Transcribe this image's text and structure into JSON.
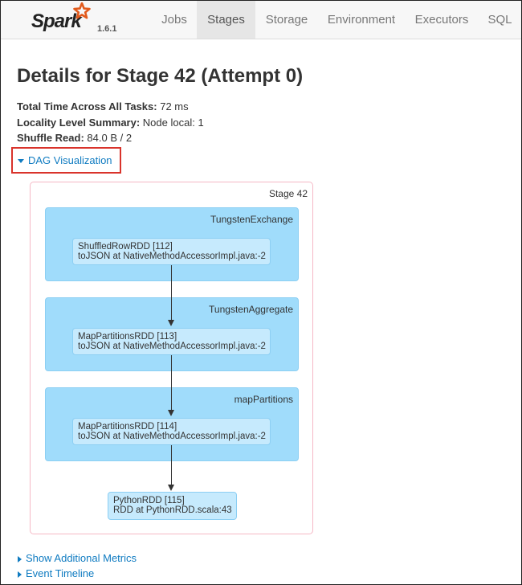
{
  "nav": {
    "logo": "Spark",
    "version": "1.6.1",
    "tabs": [
      {
        "label": "Jobs"
      },
      {
        "label": "Stages"
      },
      {
        "label": "Storage"
      },
      {
        "label": "Environment"
      },
      {
        "label": "Executors"
      },
      {
        "label": "SQL"
      }
    ],
    "active_tab": "Stages",
    "logo_color": "#e25a1c"
  },
  "page": {
    "title": "Details for Stage 42 (Attempt 0)",
    "summary": [
      {
        "label": "Total Time Across All Tasks:",
        "value": "72 ms"
      },
      {
        "label": "Locality Level Summary:",
        "value": "Node local: 1"
      },
      {
        "label": "Shuffle Read:",
        "value": "84.0 B / 2"
      }
    ],
    "dag_toggle": "DAG Visualization",
    "dag": {
      "stage_label": "Stage 42",
      "clusters": [
        {
          "label": "TungstenExchange",
          "node": {
            "name": "ShuffledRowRDD [112]",
            "callsite": "toJSON at NativeMethodAccessorImpl.java:-2"
          }
        },
        {
          "label": "TungstenAggregate",
          "node": {
            "name": "MapPartitionsRDD [113]",
            "callsite": "toJSON at NativeMethodAccessorImpl.java:-2"
          }
        },
        {
          "label": "mapPartitions",
          "node": {
            "name": "MapPartitionsRDD [114]",
            "callsite": "toJSON at NativeMethodAccessorImpl.java:-2"
          }
        }
      ],
      "final_node": {
        "name": "PythonRDD [115]",
        "callsite": "RDD at PythonRDD.scala:43"
      }
    },
    "additional_metrics": "Show Additional Metrics",
    "event_timeline": "Event Timeline",
    "link_color": "#0f7bc1"
  }
}
